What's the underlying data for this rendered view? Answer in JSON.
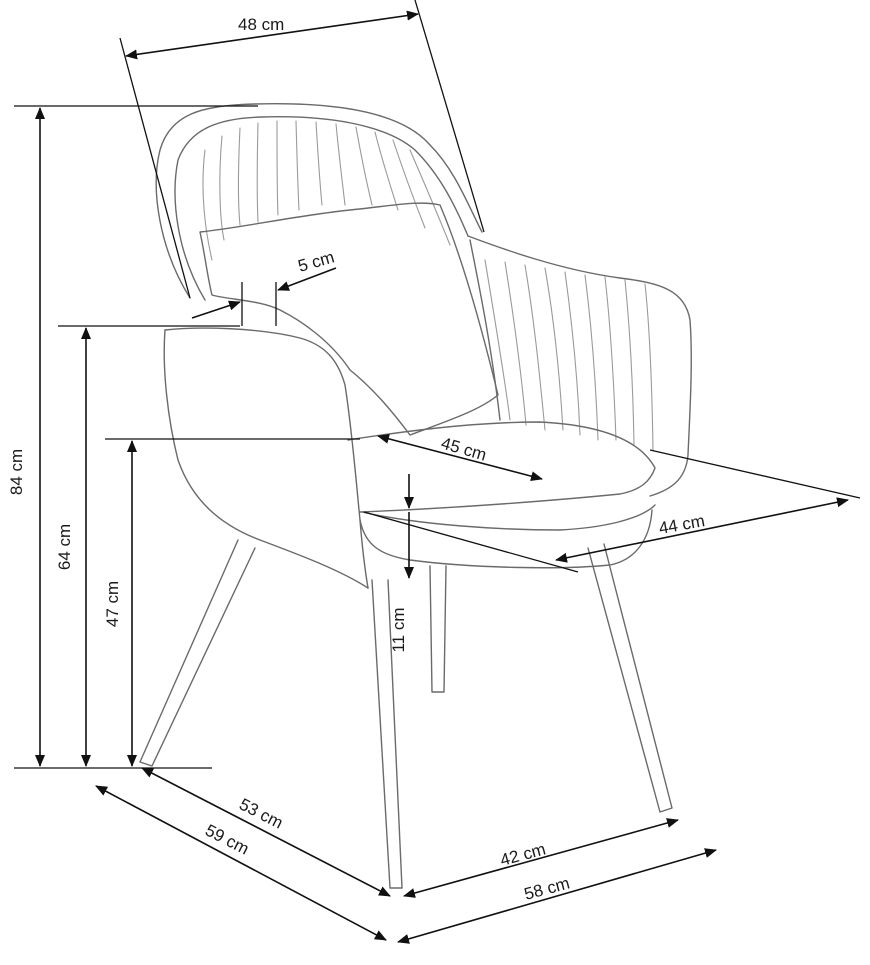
{
  "dimensions": {
    "top_width": "48 cm",
    "total_height": "84 cm",
    "armrest_height": "64 cm",
    "seat_height": "47 cm",
    "cushion_thickness": "5 cm",
    "seat_depth": "45 cm",
    "seat_width": "44 cm",
    "seat_thickness": "11 cm",
    "leg_depth": "53 cm",
    "total_depth": "59 cm",
    "leg_width": "42 cm",
    "total_width": "58 cm"
  }
}
